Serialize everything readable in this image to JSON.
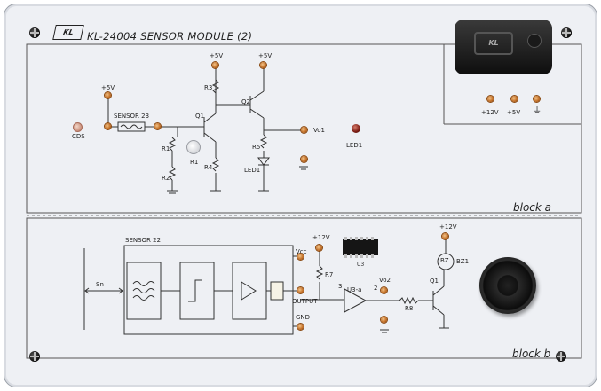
{
  "header": {
    "logo_text": "KL",
    "title": "KL-24004  SENSOR MODULE (2)"
  },
  "block_a": {
    "label": "block a",
    "supply_top": "+5V",
    "sensor_label": "SENSOR 23",
    "cds_label": "CDS",
    "q1_label": "Q1",
    "r1_label": "R1",
    "r1_pot_label": "R1",
    "r2_label": "R2",
    "r3_label": "R3",
    "r4_label": "R4",
    "r5_label": "R5",
    "q2_label": "Q2",
    "plus5_r3": "+5V",
    "plus5_q2": "+5V",
    "led1_label": "LED1",
    "led1_out_label": "LED1",
    "vo1_label": "Vo1",
    "power": {
      "p12": "+12V",
      "p5": "+5V",
      "gnd_symbol": "⏚"
    }
  },
  "block_b": {
    "label": "block b",
    "sensor_label": "SENSOR 22",
    "sn_label": "Sn",
    "vcc_label": "Vcc",
    "output_label": "OUTPUT",
    "gnd_label": "GND",
    "plus12_r7": "+12V",
    "r7_label": "R7",
    "u3_label": "U3",
    "u3_chip_label": "U3",
    "pin3": "3",
    "pin2": "2",
    "u3a_label": "U3-a",
    "vo2_label": "Vo2",
    "r8_label": "R8",
    "q1_label": "Q1",
    "plus12_bz": "+12V",
    "bz_symbol": "BZ",
    "bz1_label": "BZ1"
  },
  "colors": {
    "panel": "#eef0f4",
    "ink": "#222222",
    "jack": "#c06a20",
    "led": "#7a1b12"
  }
}
